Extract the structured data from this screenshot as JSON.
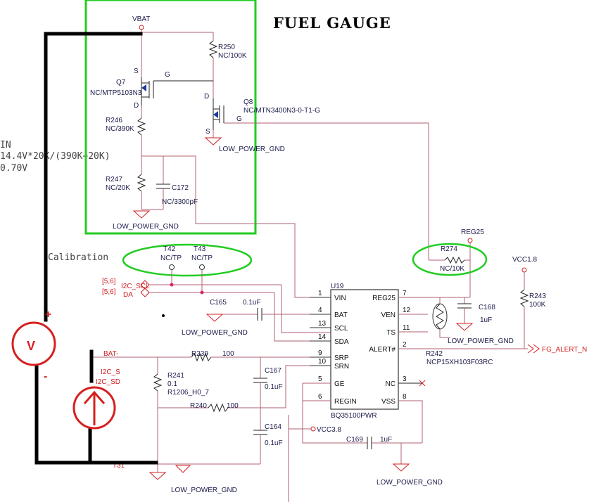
{
  "title": "FUEL GAUGE",
  "left_formula": {
    "line1": "IN",
    "line2": "14.4V*20K/(390K+20K)",
    "line3": "0.70V"
  },
  "calibration_label": "Calibration",
  "nets": {
    "vbat": "VBAT",
    "reg25": "REG25",
    "vcc18": "VCC1.8",
    "bat_minus": "BAT-",
    "vcc38": "VCC3.8",
    "fg_alert": "FG_ALERT_N",
    "scl_ref": "[5,6]",
    "sda_ref": "[5,6]",
    "scl_text": "I2C_SCL",
    "sda_text": "DA",
    "i2c_partial1": "I2C_S",
    "i2c_partial2": "I2C_SD",
    "t_partial": "T31"
  },
  "ground_label": "LOW_POWER_GND",
  "components": {
    "r250": {
      "ref": "R250",
      "value": "NC/100K"
    },
    "q7": {
      "ref": "Q7",
      "value": "NC/MTP5103N3"
    },
    "q8": {
      "ref": "Q8",
      "value": "NC/MTN3400N3-0-T1-G"
    },
    "r246": {
      "ref": "R246",
      "value": "NC/390K"
    },
    "r247": {
      "ref": "R247",
      "value": "NC/20K"
    },
    "c172": {
      "ref": "C172",
      "value": "NC/3300pF"
    },
    "t42": {
      "ref": "T42",
      "value": "NC/TP"
    },
    "t43": {
      "ref": "T43",
      "value": "NC/TP"
    },
    "c165": {
      "ref": "C165",
      "value": "0.1uF"
    },
    "r274": {
      "ref": "R274",
      "value": "NC/10K"
    },
    "c168": {
      "ref": "C168",
      "value": "1uF"
    },
    "r243": {
      "ref": "R243",
      "value": "100K"
    },
    "r242": {
      "ref": "R242",
      "value": "NCP15XH103F03RC"
    },
    "r239": {
      "ref": "R239",
      "value": "100"
    },
    "r240": {
      "ref": "R240",
      "value": "100"
    },
    "r241": {
      "ref": "R241",
      "value": "0.1",
      "footprint": "R1206_H0_7"
    },
    "c167": {
      "ref": "C167",
      "value": "0.1uF"
    },
    "c164": {
      "ref": "C164",
      "value": "0.1uF"
    },
    "c169": {
      "ref": "C169",
      "value": "1uF"
    }
  },
  "ic": {
    "ref": "U19",
    "part": "BQ35100PWR",
    "left_pins": [
      {
        "num": "1",
        "name": "VIN"
      },
      {
        "num": "4",
        "name": "BAT"
      },
      {
        "num": "13",
        "name": "SCL"
      },
      {
        "num": "14",
        "name": "SDA"
      },
      {
        "num": "9",
        "name": "SRP"
      },
      {
        "num": "10",
        "name": "SRN"
      },
      {
        "num": "5",
        "name": "GE"
      },
      {
        "num": "6",
        "name": "REGIN"
      }
    ],
    "right_pins": [
      {
        "num": "7",
        "name": "REG25"
      },
      {
        "num": "12",
        "name": "VEN"
      },
      {
        "num": "11",
        "name": "TS"
      },
      {
        "num": "2",
        "name": "ALERT#"
      },
      {
        "num": "3",
        "name": "NC"
      },
      {
        "num": "8",
        "name": "VSS"
      }
    ]
  },
  "pin_letters": {
    "s": "S",
    "g": "G",
    "d": "D"
  },
  "meter": {
    "symbol": "V",
    "plus": "+",
    "minus": "-"
  },
  "colors": {
    "green_box": "#22cc22",
    "wire": "#b06070",
    "red_mark": "#d62020",
    "probe_wire": "#000000"
  }
}
